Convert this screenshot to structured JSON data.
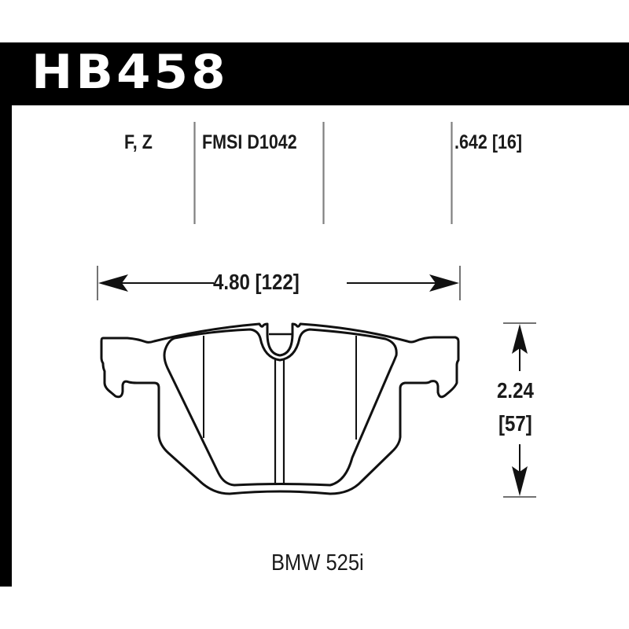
{
  "header": {
    "part_number": "HB458"
  },
  "specs": {
    "compound_codes": "F, Z",
    "fmsi": "FMSI D1042",
    "thickness": ".642 [16]"
  },
  "dimensions": {
    "width": "4.80 [122]",
    "height_in": "2.24",
    "height_mm": "[57]"
  },
  "vehicle": "BMW 525i",
  "colors": {
    "banner": "#000000",
    "banner_text": "#ffffff",
    "line": "#111111",
    "divider": "#808080"
  }
}
